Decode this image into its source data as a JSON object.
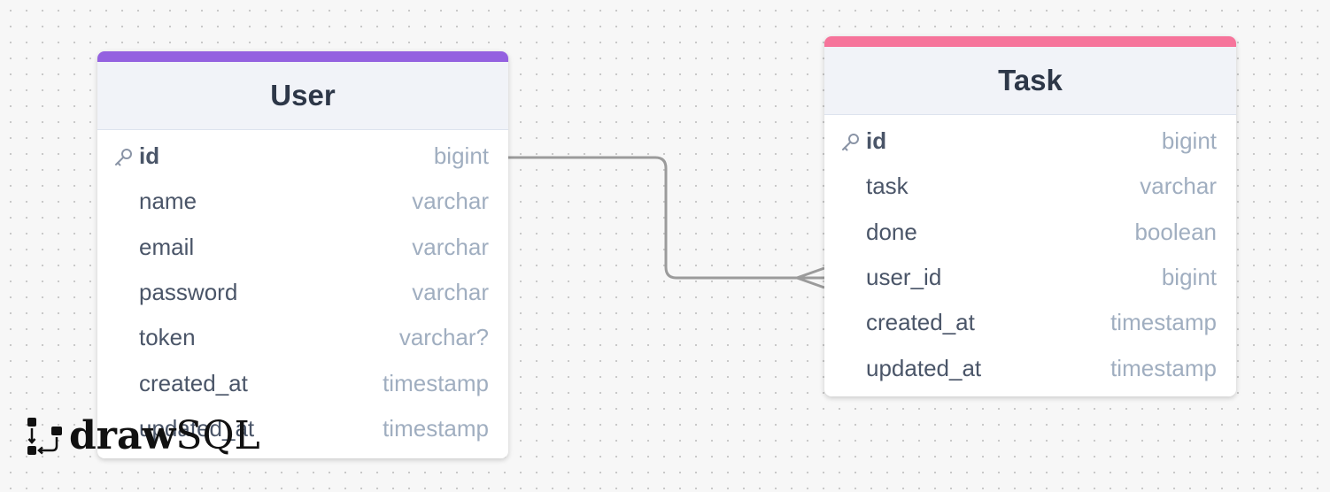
{
  "colors": {
    "user_accent": "#9461e0",
    "task_accent": "#f6749b",
    "connector": "#9b9b9b"
  },
  "tables": {
    "user": {
      "name": "User",
      "columns": [
        {
          "name": "id",
          "type": "bigint",
          "primary": true
        },
        {
          "name": "name",
          "type": "varchar"
        },
        {
          "name": "email",
          "type": "varchar"
        },
        {
          "name": "password",
          "type": "varchar"
        },
        {
          "name": "token",
          "type": "varchar?"
        },
        {
          "name": "created_at",
          "type": "timestamp"
        },
        {
          "name": "updated_at",
          "type": "timestamp"
        }
      ]
    },
    "task": {
      "name": "Task",
      "columns": [
        {
          "name": "id",
          "type": "bigint",
          "primary": true
        },
        {
          "name": "task",
          "type": "varchar"
        },
        {
          "name": "done",
          "type": "boolean"
        },
        {
          "name": "user_id",
          "type": "bigint"
        },
        {
          "name": "created_at",
          "type": "timestamp"
        },
        {
          "name": "updated_at",
          "type": "timestamp"
        }
      ]
    }
  },
  "relation": {
    "from": "User.id",
    "to": "Task.user_id",
    "cardinality": "one-to-many"
  },
  "logo": {
    "part1": "draw",
    "part2": "SQL"
  },
  "icons": {
    "primary_key": "key-icon",
    "logo": "drawsql-logo-icon"
  }
}
